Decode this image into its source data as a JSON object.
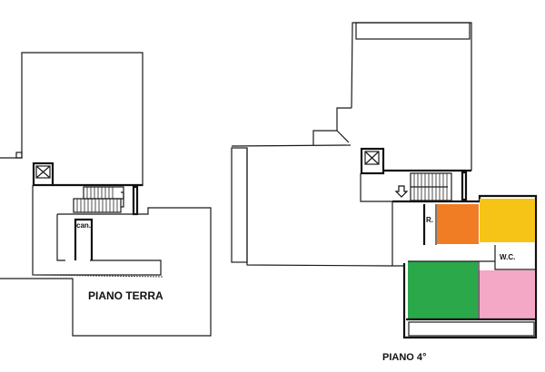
{
  "plans": [
    {
      "id": "ground",
      "title": "PIANO TERRA",
      "rooms": [
        {
          "label": "can."
        }
      ]
    },
    {
      "id": "fourth",
      "title": "PIANO 4°",
      "rooms": [
        {
          "label": "R."
        },
        {
          "label": "W.C."
        }
      ],
      "highlighted_rooms": [
        {
          "name": "room-orange",
          "color": "#F07D23"
        },
        {
          "name": "room-yellow",
          "color": "#F6C417"
        },
        {
          "name": "room-green",
          "color": "#2BA84A"
        },
        {
          "name": "room-pink",
          "color": "#F4A8C6"
        }
      ]
    }
  ],
  "icons": [
    "elevator-icon",
    "elevator-icon",
    "entrance-arrow-icon",
    "stairs-icon",
    "stairs-icon"
  ]
}
